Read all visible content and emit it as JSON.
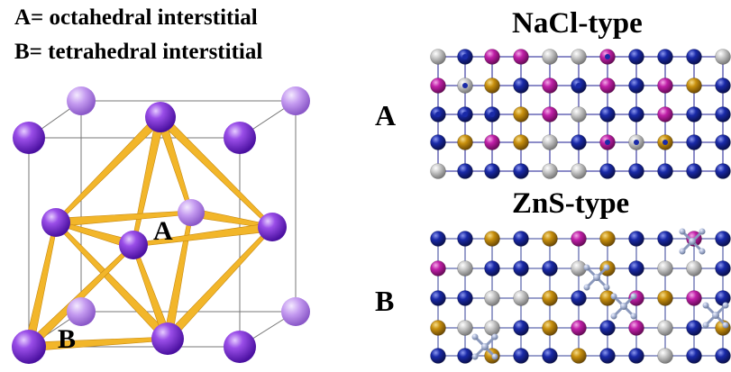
{
  "legend": {
    "a": "A= octahedral interstitial",
    "b": "B= tetrahedral interstitial"
  },
  "cell_labels": {
    "octahedral": "A",
    "tetrahedral": "B"
  },
  "panels": {
    "nacl": {
      "title": "NaCl-type",
      "row_label": "A"
    },
    "zns": {
      "title": "ZnS-type",
      "row_label": "B"
    }
  },
  "colors": {
    "host_atom": "#7b2fd0",
    "host_atom_light": "#c9a0f2",
    "bond": "#f2b62a",
    "navy": "#12208a",
    "magenta": "#b01e9a",
    "gold": "#c08a12",
    "gray": "#b4b4b4",
    "link_gray": "#9aa6c4"
  }
}
